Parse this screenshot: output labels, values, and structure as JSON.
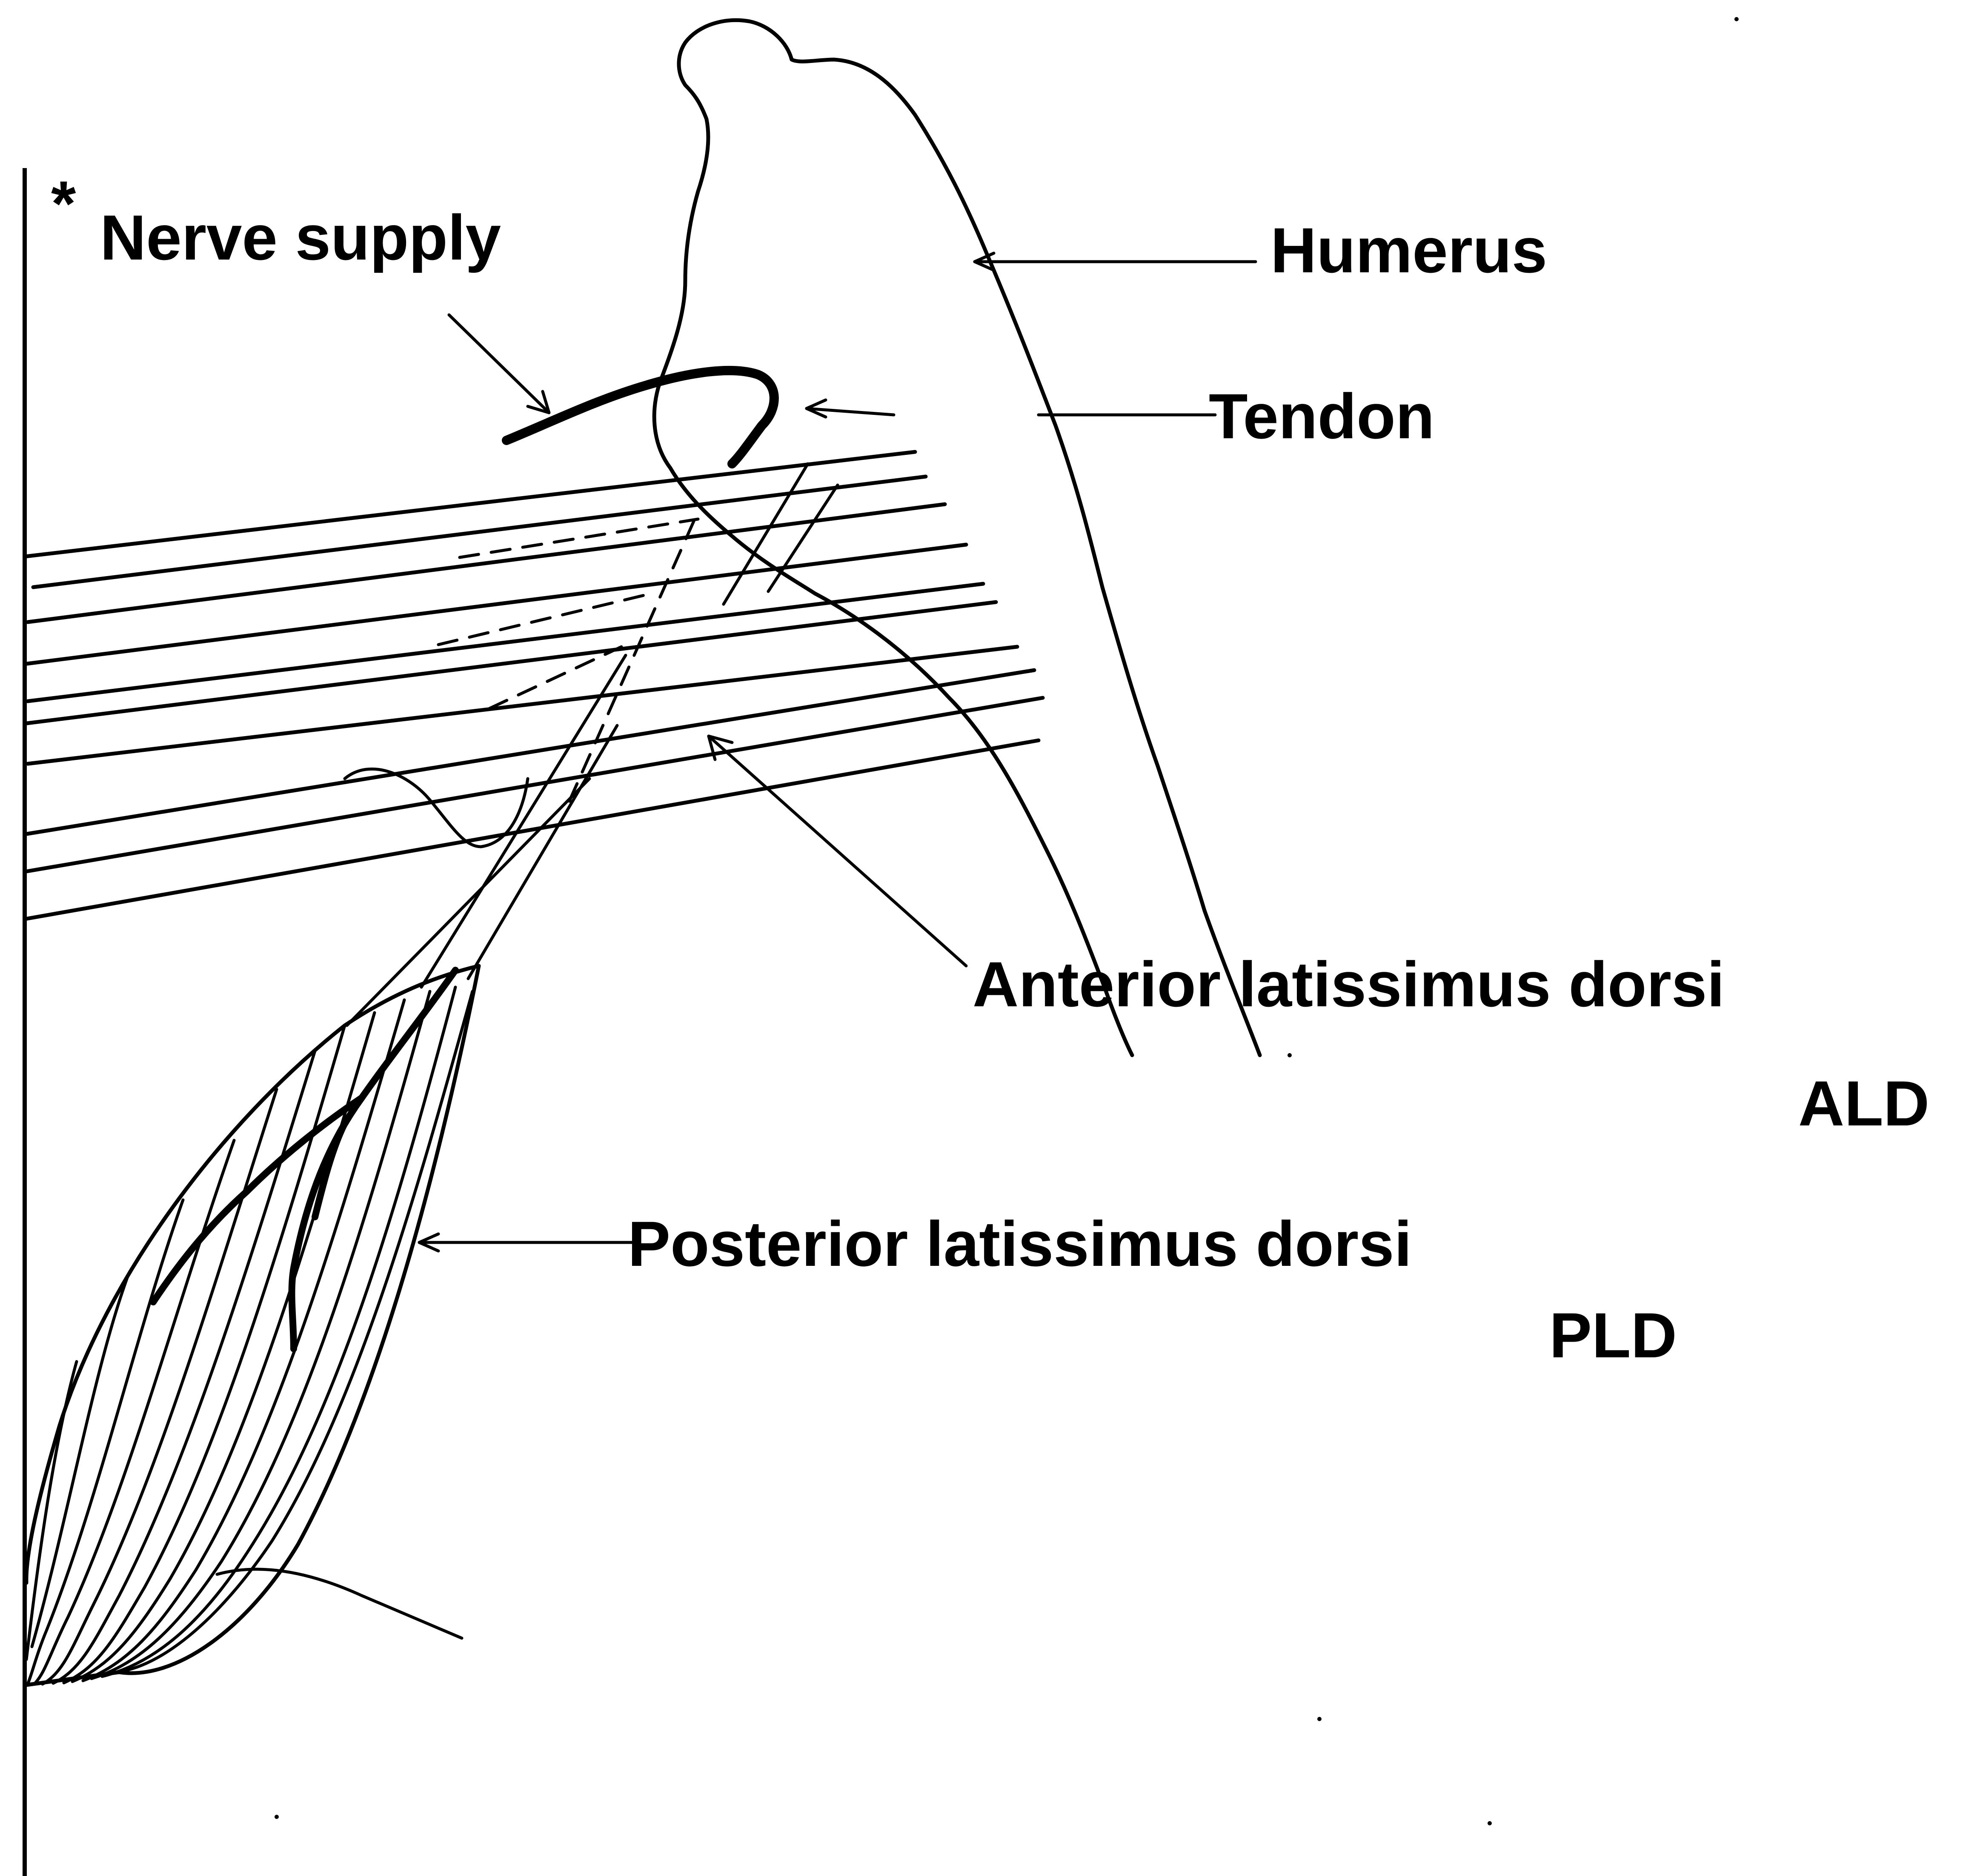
{
  "labels": {
    "nerve_supply_marker": "*",
    "nerve_supply": "Nerve supply",
    "humerus": "Humerus",
    "tendon": "Tendon",
    "anterior": "Anterior latissimus dorsi",
    "anterior_abbr": "ALD",
    "posterior": "Posterior latissimus dorsi",
    "posterior_abbr": "PLD"
  }
}
